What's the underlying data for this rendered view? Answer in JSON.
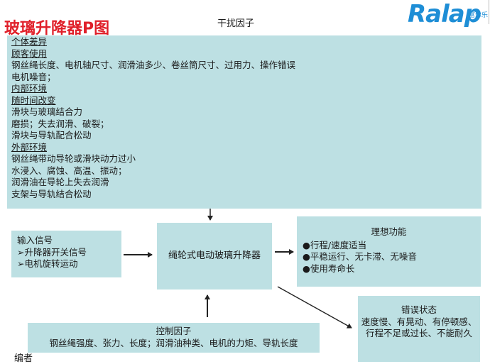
{
  "header": {
    "title": "玻璃升降器P图",
    "noise_title": "干扰因子",
    "logo_text": "Ralap",
    "logo_sub": "富尔乐"
  },
  "noise_factors": {
    "lines": [
      {
        "text": "个体差异",
        "underline": true
      },
      {
        "text": "顾客使用",
        "underline": true
      },
      {
        "text": "钢丝绳长度、电机轴尺寸、润滑油多少、卷丝筒尺寸、过用力、操作错误",
        "underline": false
      },
      {
        "text": "电机噪音；",
        "underline": false
      },
      {
        "text": "内部环境",
        "underline": true
      },
      {
        "text": "随时间改变",
        "underline": true
      },
      {
        "text": "滑块与玻璃结合力",
        "underline": false
      },
      {
        "text": "磨损；失去润滑、破裂；",
        "underline": false
      },
      {
        "text": "滑块与导轨配合松动",
        "underline": false
      },
      {
        "text": "外部环境",
        "underline": true
      },
      {
        "text": "钢丝绳带动导轮或滑块动力过小",
        "underline": false
      },
      {
        "text": "水浸入、腐蚀、高温、振动；",
        "underline": false
      },
      {
        "text": "润滑油在导轮上失去润滑",
        "underline": false
      },
      {
        "text": "支架与导轨结合松动",
        "underline": false
      }
    ]
  },
  "input_signal": {
    "title": "输入信号",
    "items": [
      "➢升降器开关信号",
      "➢电机旋转运动"
    ]
  },
  "system": {
    "label": "绳轮式电动玻璃升降器"
  },
  "ideal_function": {
    "title": "理想功能",
    "items": [
      "●行程/速度适当",
      "●平稳运行、无卡滞、无噪音",
      "●使用寿命长"
    ]
  },
  "error_state": {
    "title": "错误状态",
    "text": "速度慢、有晃动、有停顿感、行程不足或过长、不能耐久"
  },
  "control_factors": {
    "title": "控制因子",
    "text": "钢丝绳强度、张力、长度；润滑油种类、电机的力矩、导轨长度"
  },
  "footer": {
    "text": "编者"
  }
}
